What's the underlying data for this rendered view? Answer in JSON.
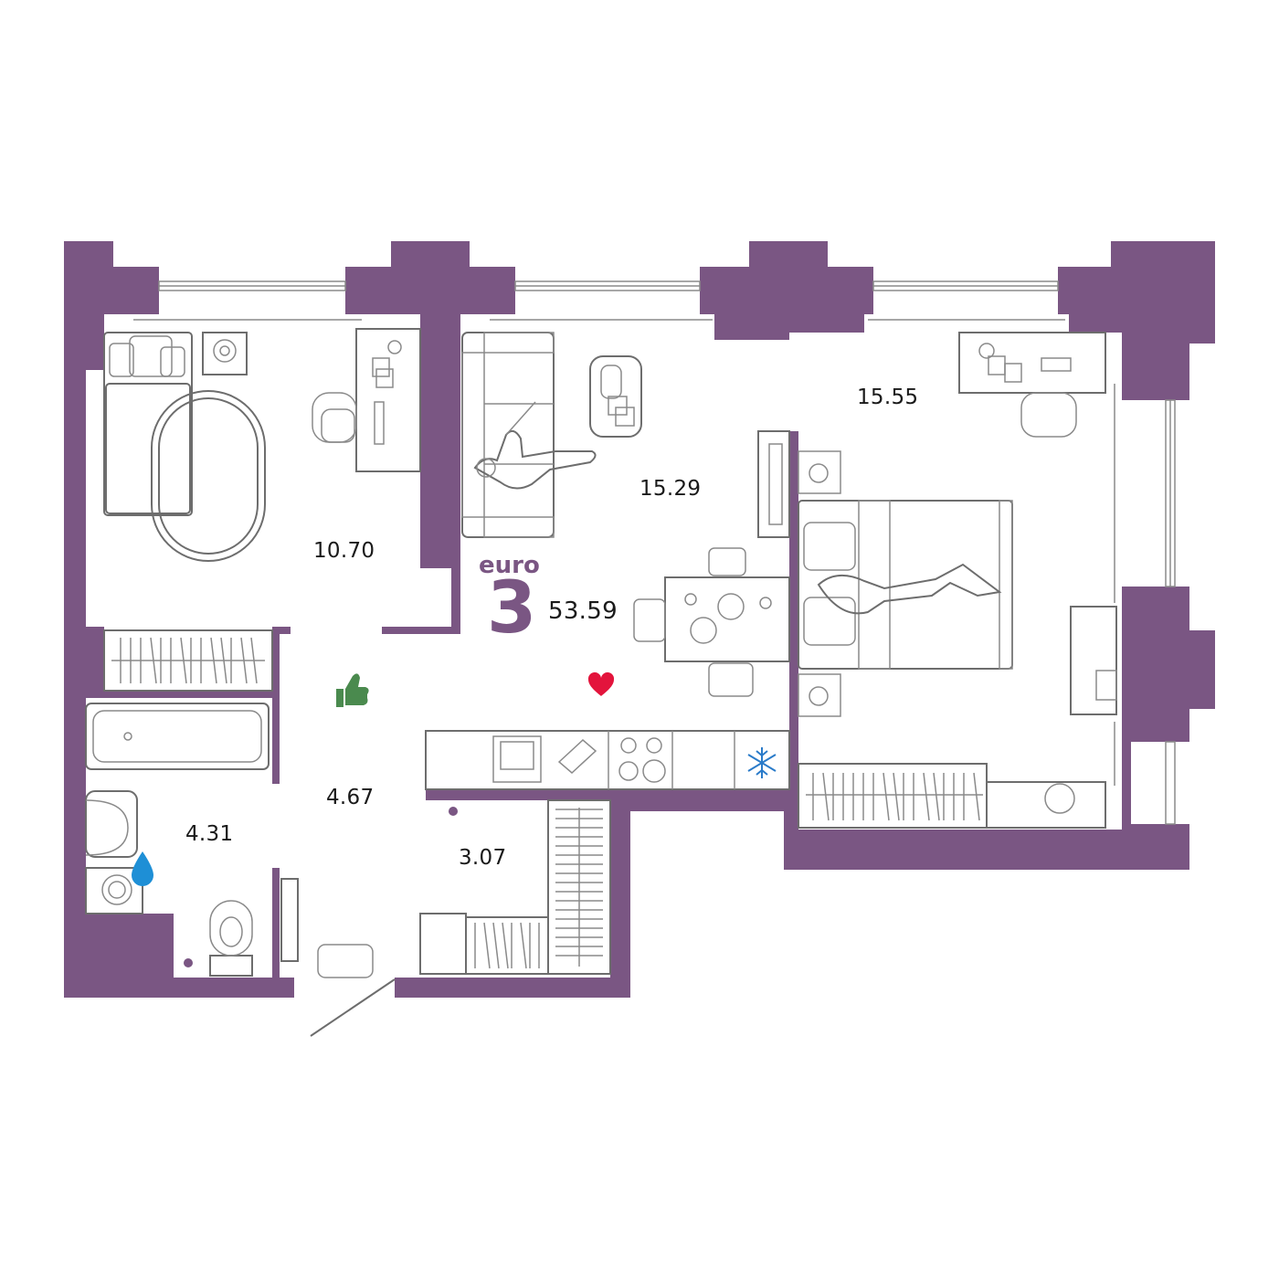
{
  "colors": {
    "wall": "#7a5683",
    "heart": "#e3143c",
    "thumb": "#4a8a4e",
    "drop": "#1e8fd6",
    "snow": "#2a7bc9"
  },
  "plan": {
    "type_label": "euro",
    "rooms_count": "3",
    "total_area": "53.59",
    "rooms": [
      {
        "name": "bedroom-left",
        "area": "10.70"
      },
      {
        "name": "living-kitchen",
        "area": "15.29"
      },
      {
        "name": "bedroom-right",
        "area": "15.55"
      },
      {
        "name": "hallway",
        "area": "4.67"
      },
      {
        "name": "bathroom",
        "area": "4.31"
      },
      {
        "name": "wardrobe",
        "area": "3.07"
      }
    ]
  },
  "icons": [
    "heart-icon",
    "thumbs-up-icon",
    "water-drop-icon",
    "snowflake-icon"
  ]
}
